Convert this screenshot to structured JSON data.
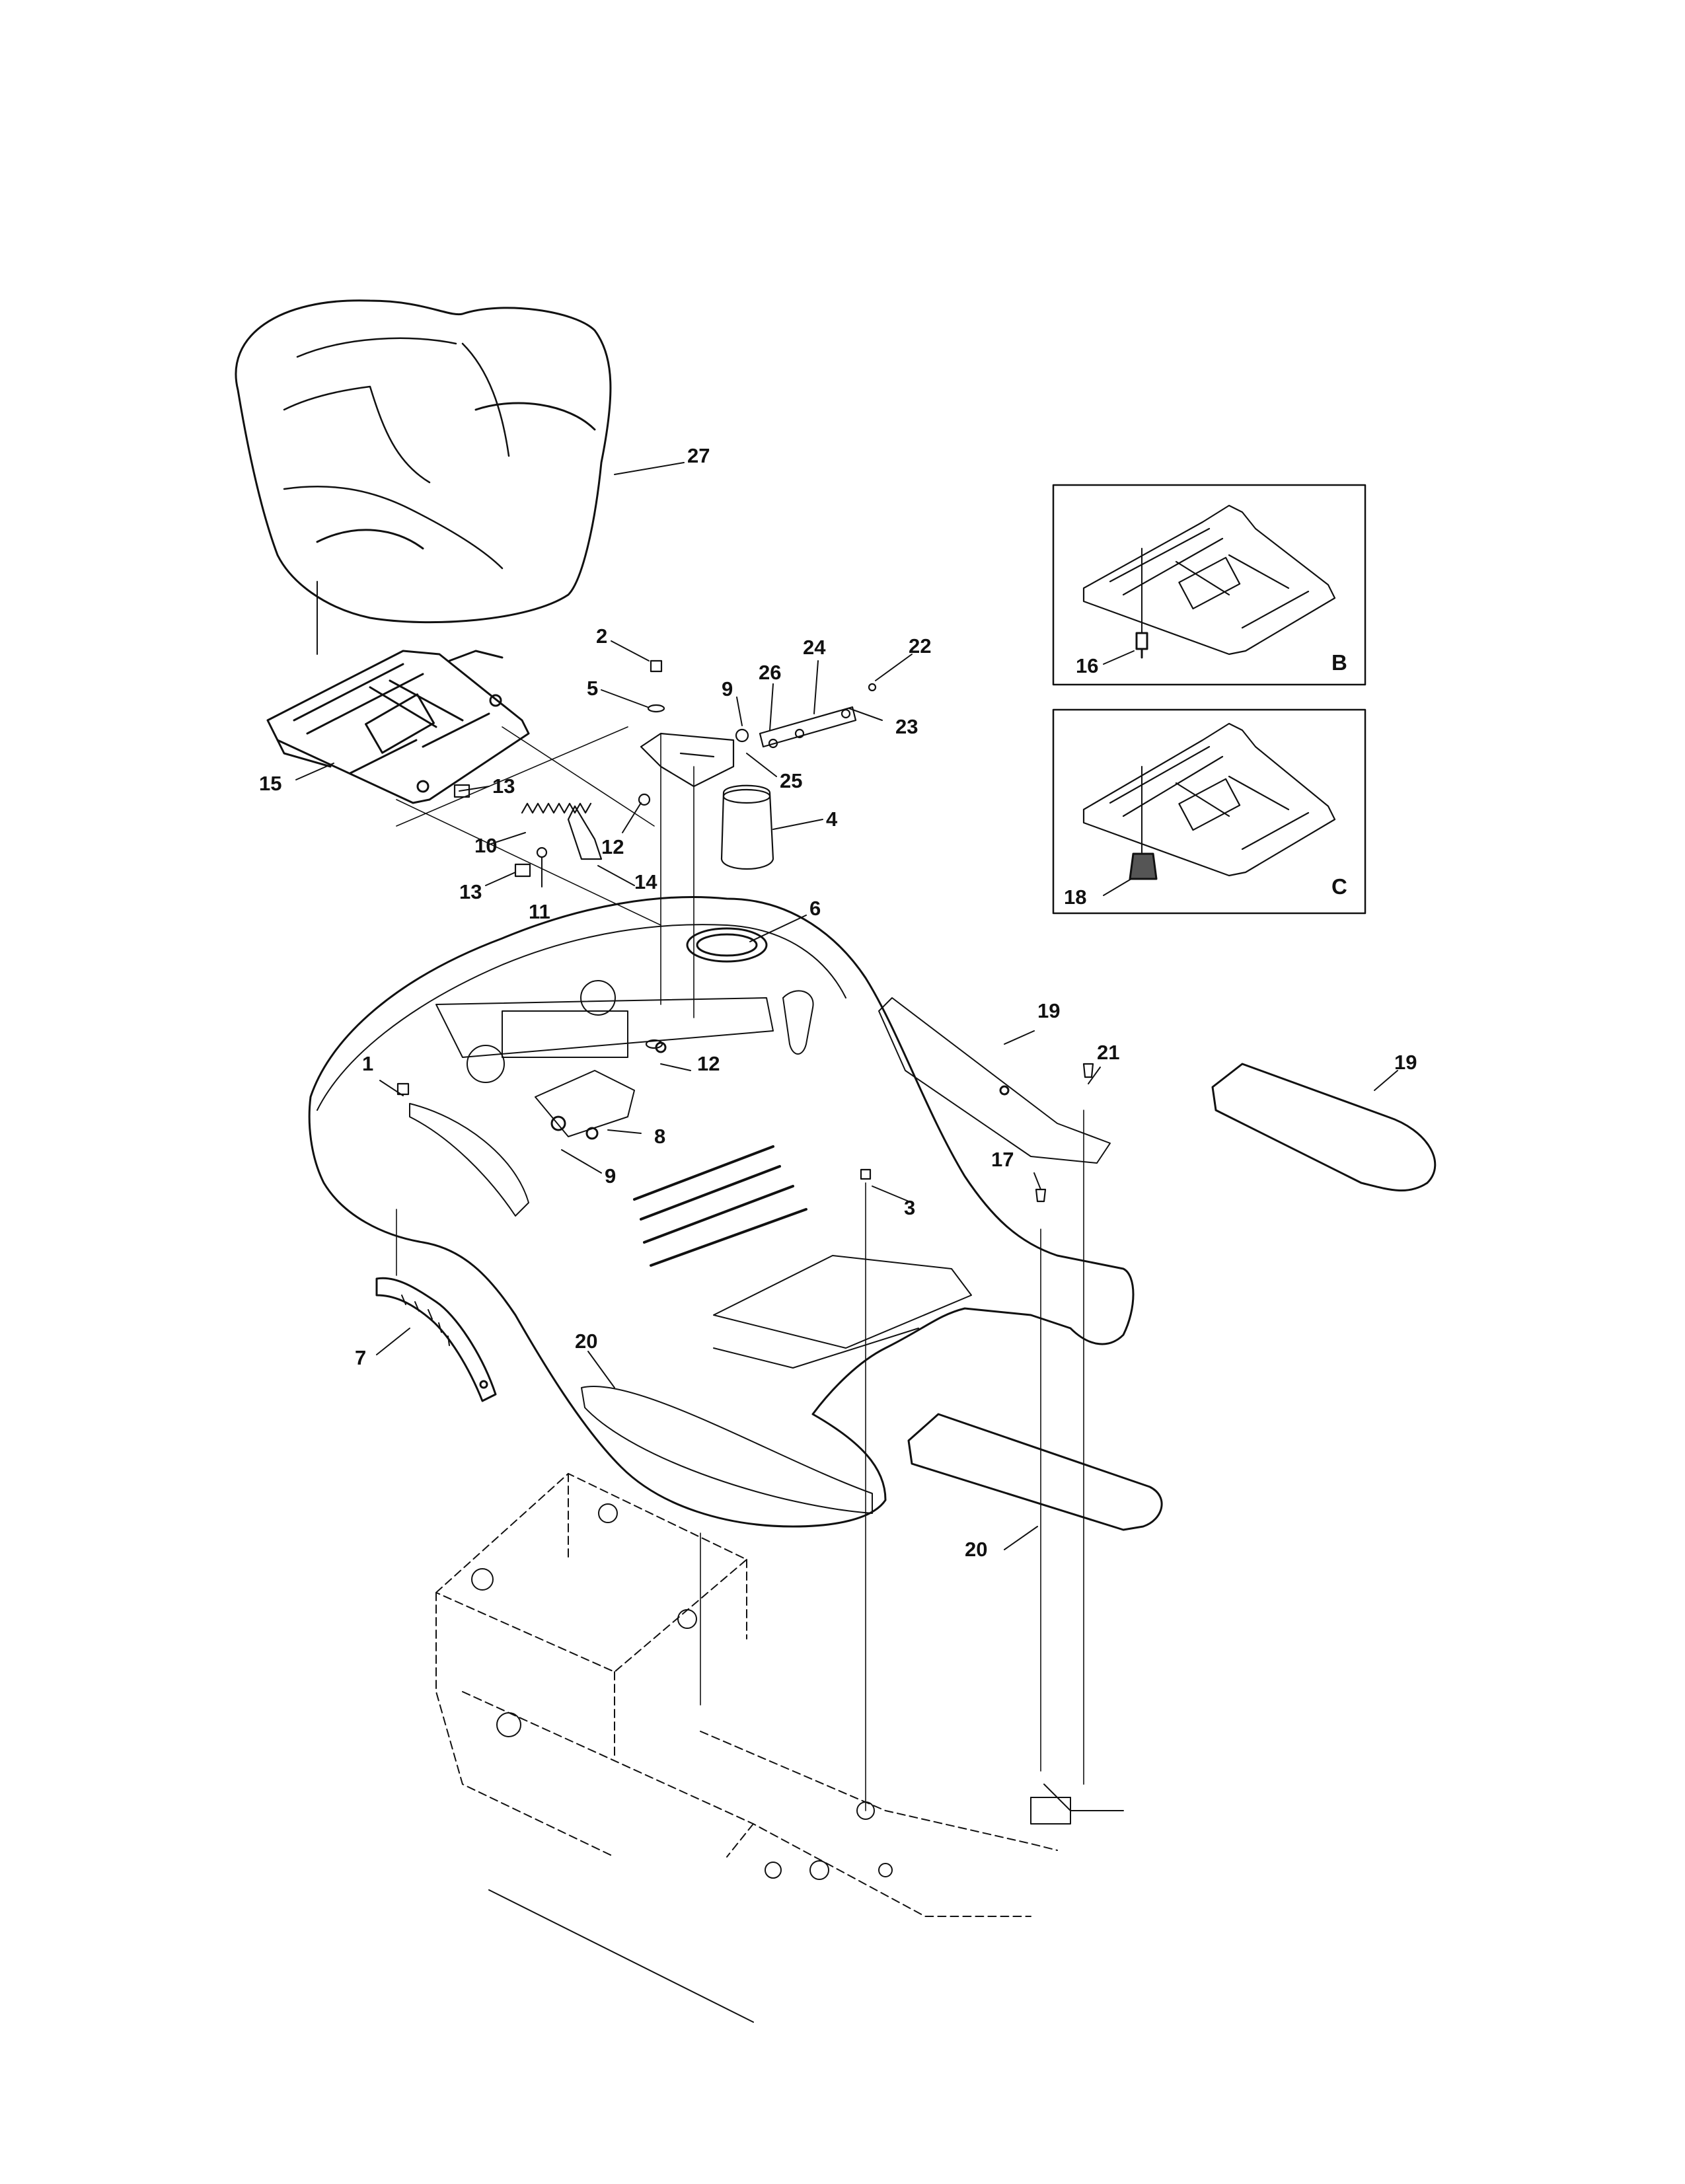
{
  "diagram": {
    "callouts": {
      "c1": "1",
      "c2": "2",
      "c3": "3",
      "c4": "4",
      "c5": "5",
      "c6": "6",
      "c7": "7",
      "c8": "8",
      "c9a": "9",
      "c9b": "9",
      "c10": "10",
      "c11": "11",
      "c12a": "12",
      "c12b": "12",
      "c13a": "13",
      "c13b": "13",
      "c14": "14",
      "c15": "15",
      "c16": "16",
      "c17": "17",
      "c18": "18",
      "c19a": "19",
      "c19b": "19",
      "c20a": "20",
      "c20b": "20",
      "c21": "21",
      "c22": "22",
      "c23": "23",
      "c24": "24",
      "c25": "25",
      "c26": "26",
      "c27": "27"
    },
    "insets": {
      "b": {
        "letter": "B"
      },
      "c": {
        "letter": "C"
      }
    }
  }
}
